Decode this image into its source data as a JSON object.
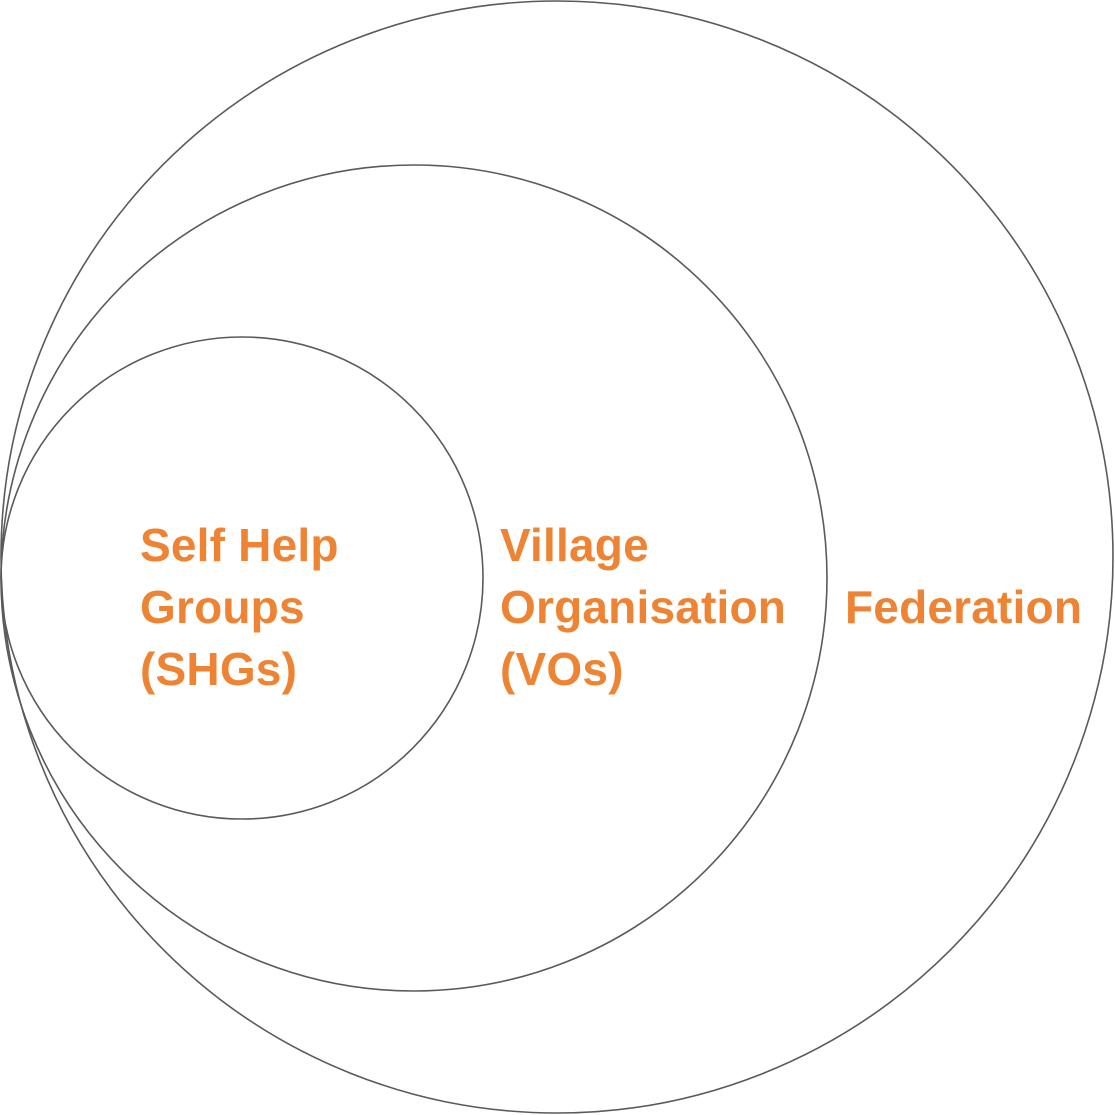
{
  "diagram": {
    "shg": {
      "line1": "Self Help",
      "line2": "Groups",
      "line3": "(SHGs)"
    },
    "vo": {
      "line1": "Village",
      "line2": "Organisation",
      "line3": "(VOs)"
    },
    "federation": {
      "label": "Federation"
    }
  },
  "colors": {
    "label": "#ee8433",
    "circle_stroke": "#5a5a5a",
    "background": "#ffffff"
  }
}
